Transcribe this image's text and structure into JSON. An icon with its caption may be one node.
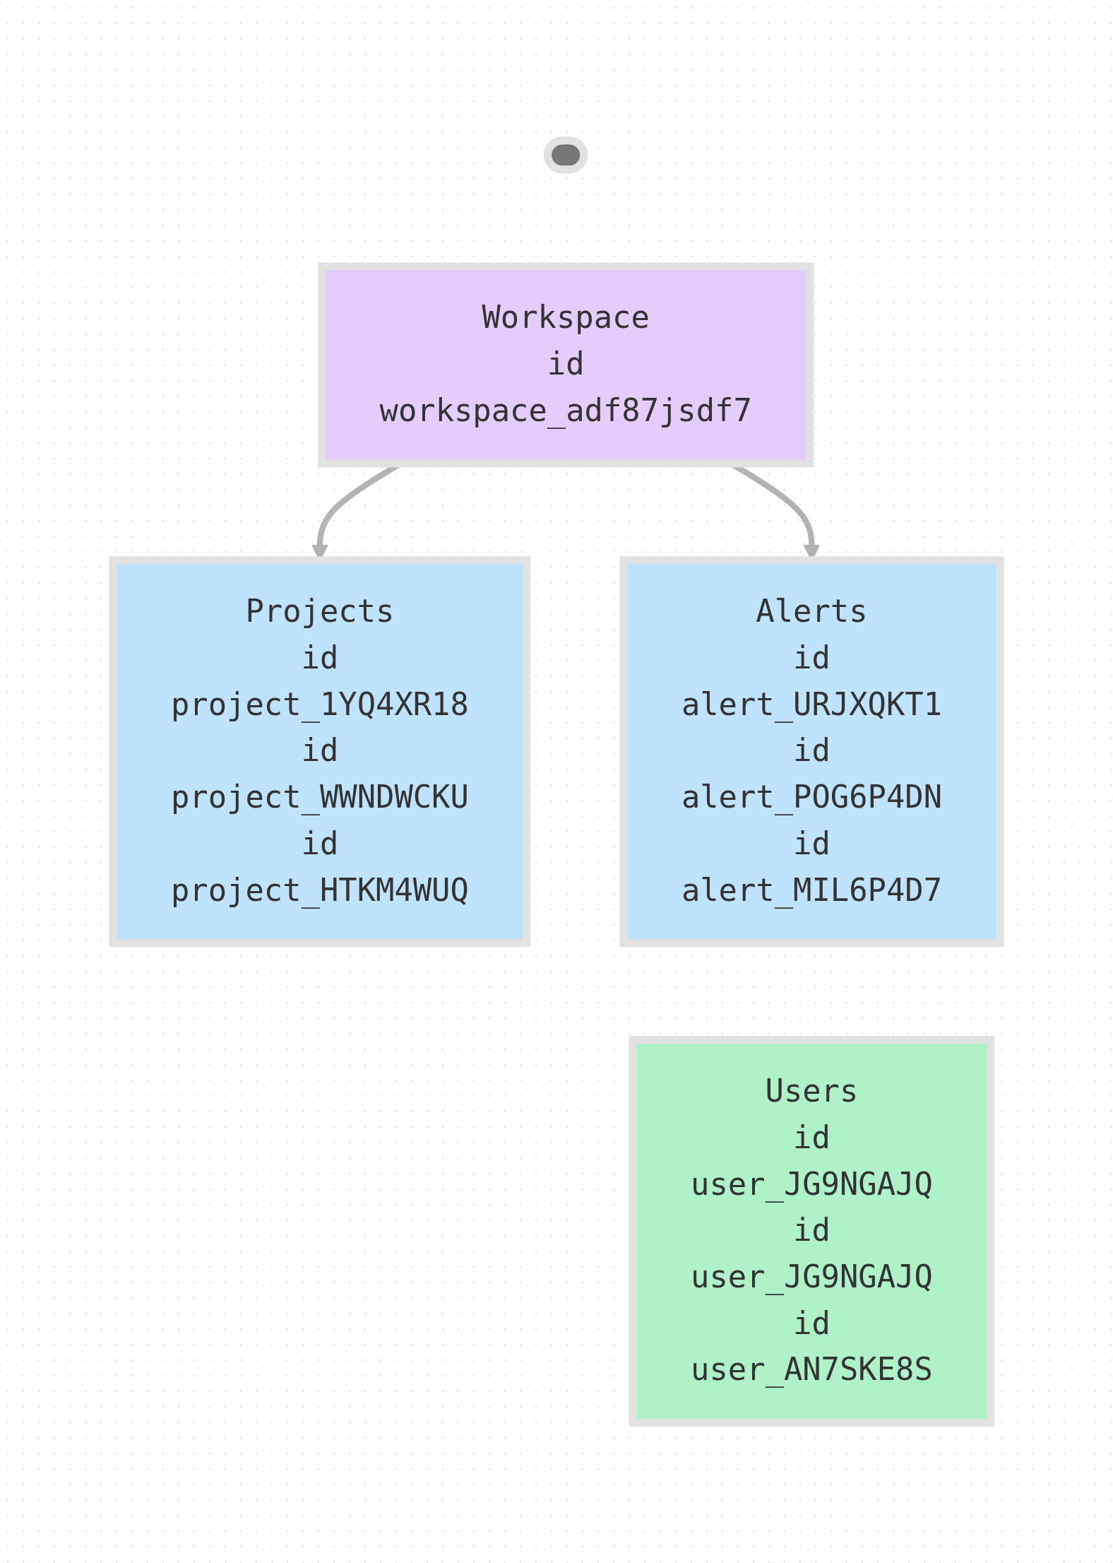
{
  "diagram": {
    "nodes": [
      {
        "text": [],
        "shape": "box"
      },
      {
        "text": [
          "Workspace",
          "id",
          "workspace_adf87jsdf7"
        ]
      },
      {
        "text": [
          "Projects",
          "id",
          "project_1YQ4XR18",
          "id",
          "project_WWNDWCKU",
          "id",
          "project_HTKM4WUQ"
        ]
      },
      {
        "text": [
          "Alerts",
          "id",
          "alert_URJXQKT1",
          "id",
          "alert_POG6P4DN",
          "id",
          "alert_MIL6P4D7"
        ]
      },
      {
        "text": [
          "Users",
          "id",
          "user_JG9NGAJQ",
          "id",
          "user_JG9NGAJQ",
          "id",
          "user_AN7SKE8S"
        ]
      }
    ],
    "edges": [
      {
        "from": 1,
        "to": 2,
        "arrow": "to"
      },
      {
        "from": 1,
        "to": 3,
        "arrow": "to"
      }
    ]
  }
}
